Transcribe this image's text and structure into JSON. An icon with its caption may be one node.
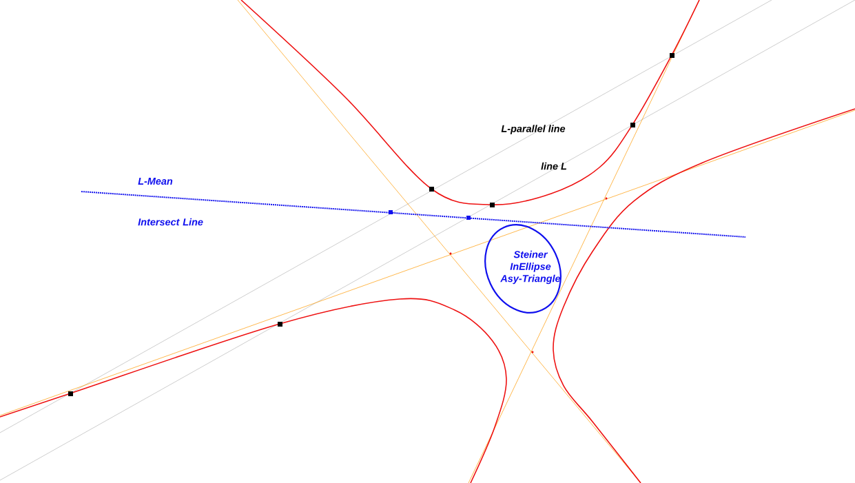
{
  "diagram": {
    "nodes": [
      {
        "text": [
          "Steiner InEllipse Asy-Triangle"
        ]
      }
    ],
    "edges": [],
    "labels": [
      "L-parallel line",
      "line L",
      "L-Mean",
      "Intersect Line"
    ]
  }
}
